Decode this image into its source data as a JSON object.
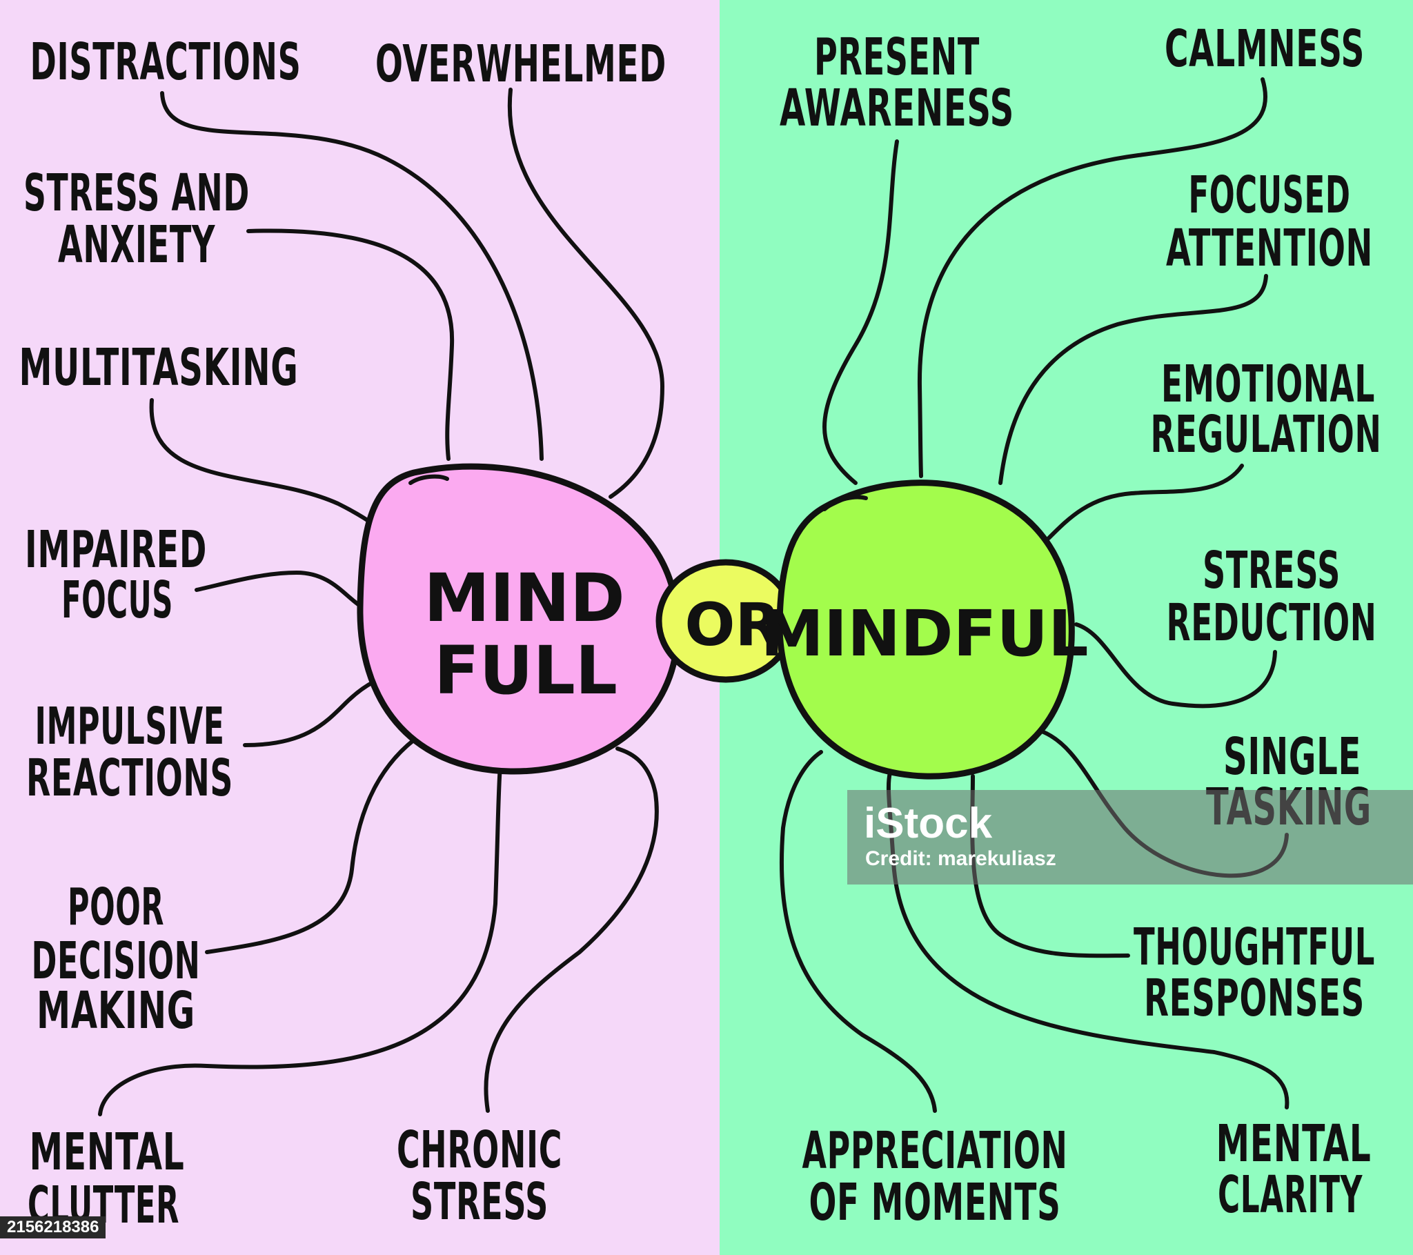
{
  "colors": {
    "left_background": "#f5d8f9",
    "right_background": "#90fdc0",
    "mind_full_fill": "#fbaaf0",
    "or_fill": "#ebfb60",
    "mindful_fill": "#a3fc4c",
    "ink": "#111111"
  },
  "center": {
    "left_hub": [
      "MIND",
      "FULL"
    ],
    "connector": "OR",
    "right_hub": "MINDFUL"
  },
  "left_labels": {
    "distractions": [
      "DISTRACTIONS"
    ],
    "overwhelmed": [
      "OVERWHELMED"
    ],
    "stress_and_anxiety": [
      "STRESS AND",
      "ANXIETY"
    ],
    "multitasking": [
      "MULTITASKING"
    ],
    "impaired_focus": [
      "IMPAIRED",
      "FOCUS"
    ],
    "impulsive_reactions": [
      "IMPULSIVE",
      "REACTIONS"
    ],
    "poor_decision_making": [
      "POOR",
      "DECISION",
      "MAKING"
    ],
    "mental_clutter": [
      "MENTAL",
      "CLUTTER"
    ],
    "chronic_stress": [
      "CHRONIC",
      "STRESS"
    ]
  },
  "right_labels": {
    "present_awareness": [
      "PRESENT",
      "AWARENESS"
    ],
    "calmness": [
      "CALMNESS"
    ],
    "focused_attention": [
      "FOCUSED",
      "ATTENTION"
    ],
    "emotional_regulation": [
      "EMOTIONAL",
      "REGULATION"
    ],
    "stress_reduction": [
      "STRESS",
      "REDUCTION"
    ],
    "single_tasking": [
      "SINGLE",
      "TASKING"
    ],
    "thoughtful_responses": [
      "THOUGHTFUL",
      "RESPONSES"
    ],
    "appreciation_of_moments": [
      "APPRECIATION",
      "OF MOMENTS"
    ],
    "mental_clarity": [
      "MENTAL",
      "CLARITY"
    ]
  },
  "watermark": {
    "logo": "iStock",
    "credit": "Credit: marekuliasz"
  },
  "stock_id": "2156218386"
}
